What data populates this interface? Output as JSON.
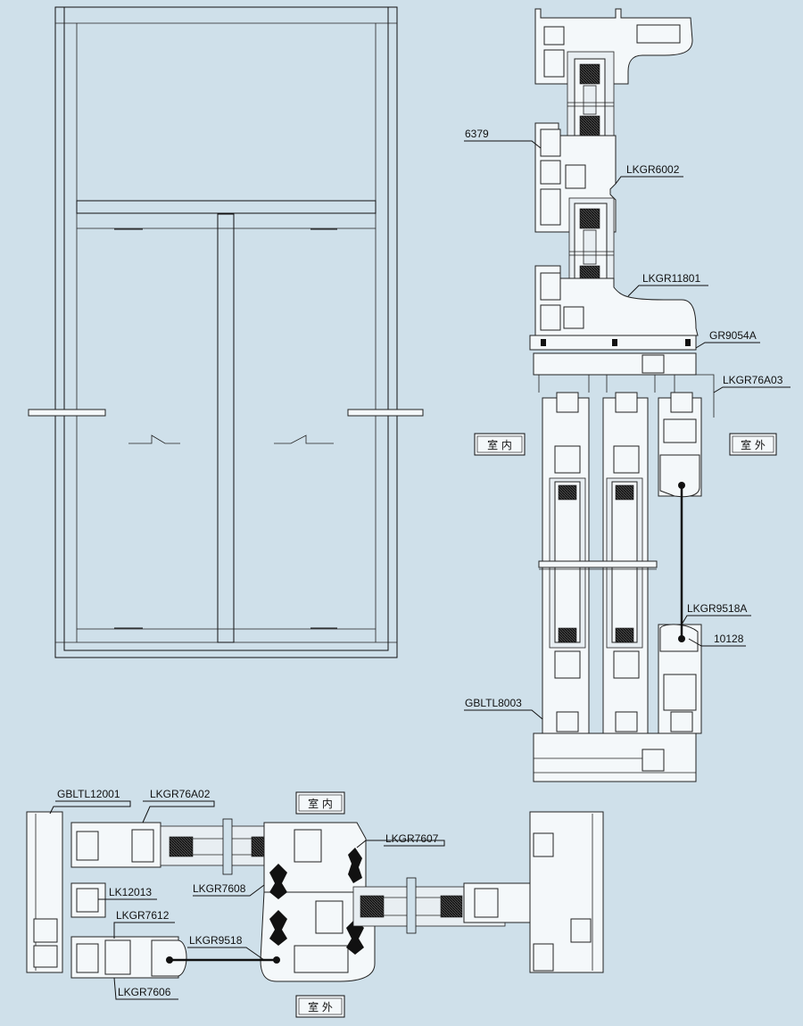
{
  "labels": {
    "p6379": "6379",
    "lkgr6002": "LKGR6002",
    "lkgr11801": "LKGR11801",
    "gr9054a": "GR9054A",
    "lkgr76a03": "LKGR76A03",
    "lkgr9518a": "LKGR9518A",
    "p10128": "10128",
    "gbltl8003": "GBLTL8003",
    "gbltl12001": "GBLTL12001",
    "lkgr76a02": "LKGR76A02",
    "lkgr7607": "LKGR7607",
    "lkgr7608": "LKGR7608",
    "lk12013": "LK12013",
    "lkgr7612": "LKGR7612",
    "lkgr9518": "LKGR9518",
    "lkgr7606": "LKGR7606"
  },
  "side_tags": {
    "interior_right": "室 内",
    "exterior_right": "室 外",
    "interior_bottom": "室 内",
    "exterior_bottom": "室 外"
  },
  "colors": {
    "background": "#cfe0ea",
    "line": "#111111",
    "profile_fill": "#f4f8fa"
  }
}
